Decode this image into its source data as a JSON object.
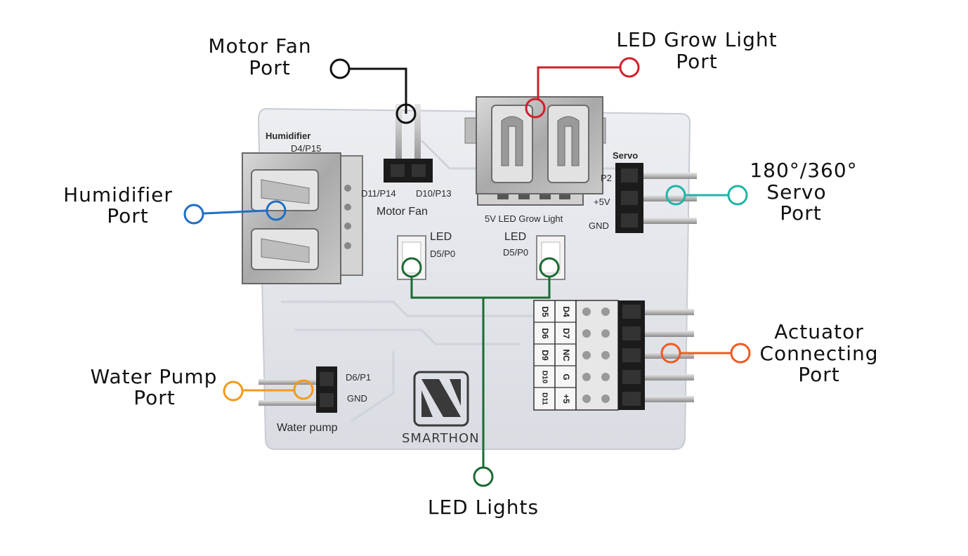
{
  "callouts": {
    "motor_fan": [
      "Motor Fan",
      "Port"
    ],
    "grow_light": [
      "LED Grow Light",
      "Port"
    ],
    "humidifier": [
      "Humidifier",
      "Port"
    ],
    "servo": [
      "180°/360°",
      "Servo",
      "Port"
    ],
    "actuator": [
      "Actuator",
      "Connecting",
      "Port"
    ],
    "water_pump": [
      "Water Pump",
      "Port"
    ],
    "led_lights": "LED Lights"
  },
  "board_labels": {
    "humidifier_title": "Humidifier",
    "humidifier_pin": "D4/P15",
    "motor_pin_left": "D11/P14",
    "motor_pin_right": "D10/P13",
    "motor_fan": "Motor Fan",
    "grow_light": "5V LED Grow Light",
    "servo_title": "Servo",
    "servo_p": "P2",
    "servo_plus5": "+5V",
    "servo_gnd": "GND",
    "led_left": "LED",
    "led_left_pin": "D5/P0",
    "led_right": "LED",
    "led_right_pin": "D5/P0",
    "pump_pin_1": "D6/P1",
    "pump_gnd": "GND",
    "water_pump": "Water pump",
    "logo": "SMARTHON",
    "actuator_col1": [
      "D5",
      "D6",
      "D9",
      "D10",
      "D11"
    ],
    "actuator_col2": [
      "D4",
      "D7",
      "NC",
      "G",
      "+5"
    ]
  },
  "colors": {
    "motor_fan": "#111111",
    "grow_light": "#d11f2b",
    "humidifier": "#1f6fc5",
    "servo": "#1fb5a8",
    "actuator": "#ef5a24",
    "water_pump": "#f29a1d",
    "led_lights": "#1a6b32"
  }
}
